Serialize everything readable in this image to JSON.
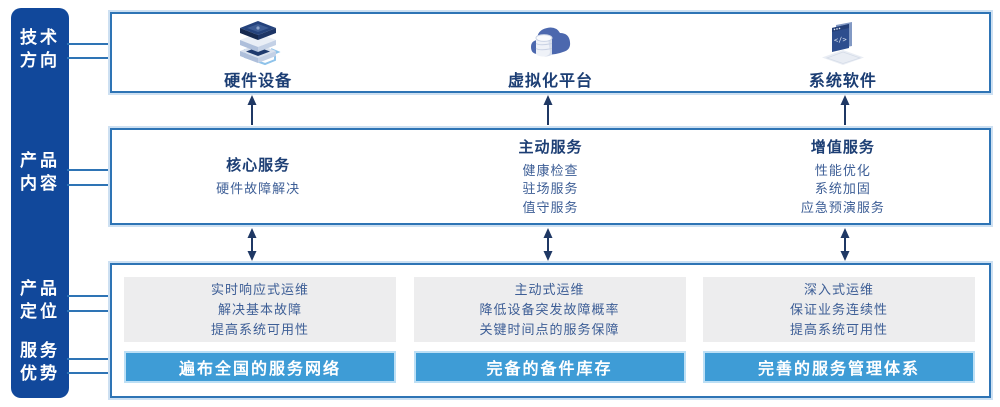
{
  "colors": {
    "sidebar_bg": "#11489B",
    "box_border": "#2E74B5",
    "border_glow": "#CDE0F2",
    "title_text": "#1C3E74",
    "body_text": "#3D5E96",
    "gray_panel_bg": "#EDEDEE",
    "advantage_bar_bg": "#3E9CD6",
    "advantage_bar_border": "#BCDFF5",
    "arrow": "#1F3864",
    "white_text": "#FFFFFF"
  },
  "sidebar": {
    "items": [
      {
        "line1": "技术",
        "line2": "方向"
      },
      {
        "line1": "产品",
        "line2": "内容"
      },
      {
        "line1": "产品",
        "line2": "定位"
      },
      {
        "line1": "服务",
        "line2": "优势"
      }
    ]
  },
  "tech_row": {
    "items": [
      {
        "icon": "server-stack-icon",
        "label": "硬件设备"
      },
      {
        "icon": "cloud-database-icon",
        "label": "虚拟化平台"
      },
      {
        "icon": "software-window-icon",
        "label": "系统软件"
      }
    ]
  },
  "content_row": {
    "columns": [
      {
        "title": "核心服务",
        "items": [
          "硬件故障解决"
        ]
      },
      {
        "title": "主动服务",
        "items": [
          "健康检查",
          "驻场服务",
          "值守服务"
        ]
      },
      {
        "title": "增值服务",
        "items": [
          "性能优化",
          "系统加固",
          "应急预演服务"
        ]
      }
    ]
  },
  "bottom_row": {
    "columns": [
      {
        "positioning": [
          "实时响应式运维",
          "解决基本故障",
          "提高系统可用性"
        ],
        "advantage": "遍布全国的服务网络"
      },
      {
        "positioning": [
          "主动式运维",
          "降低设备突发故障概率",
          "关键时间点的服务保障"
        ],
        "advantage": "完备的备件库存"
      },
      {
        "positioning": [
          "深入式运维",
          "保证业务连续性",
          "提高系统可用性"
        ],
        "advantage": "完善的服务管理体系"
      }
    ]
  }
}
